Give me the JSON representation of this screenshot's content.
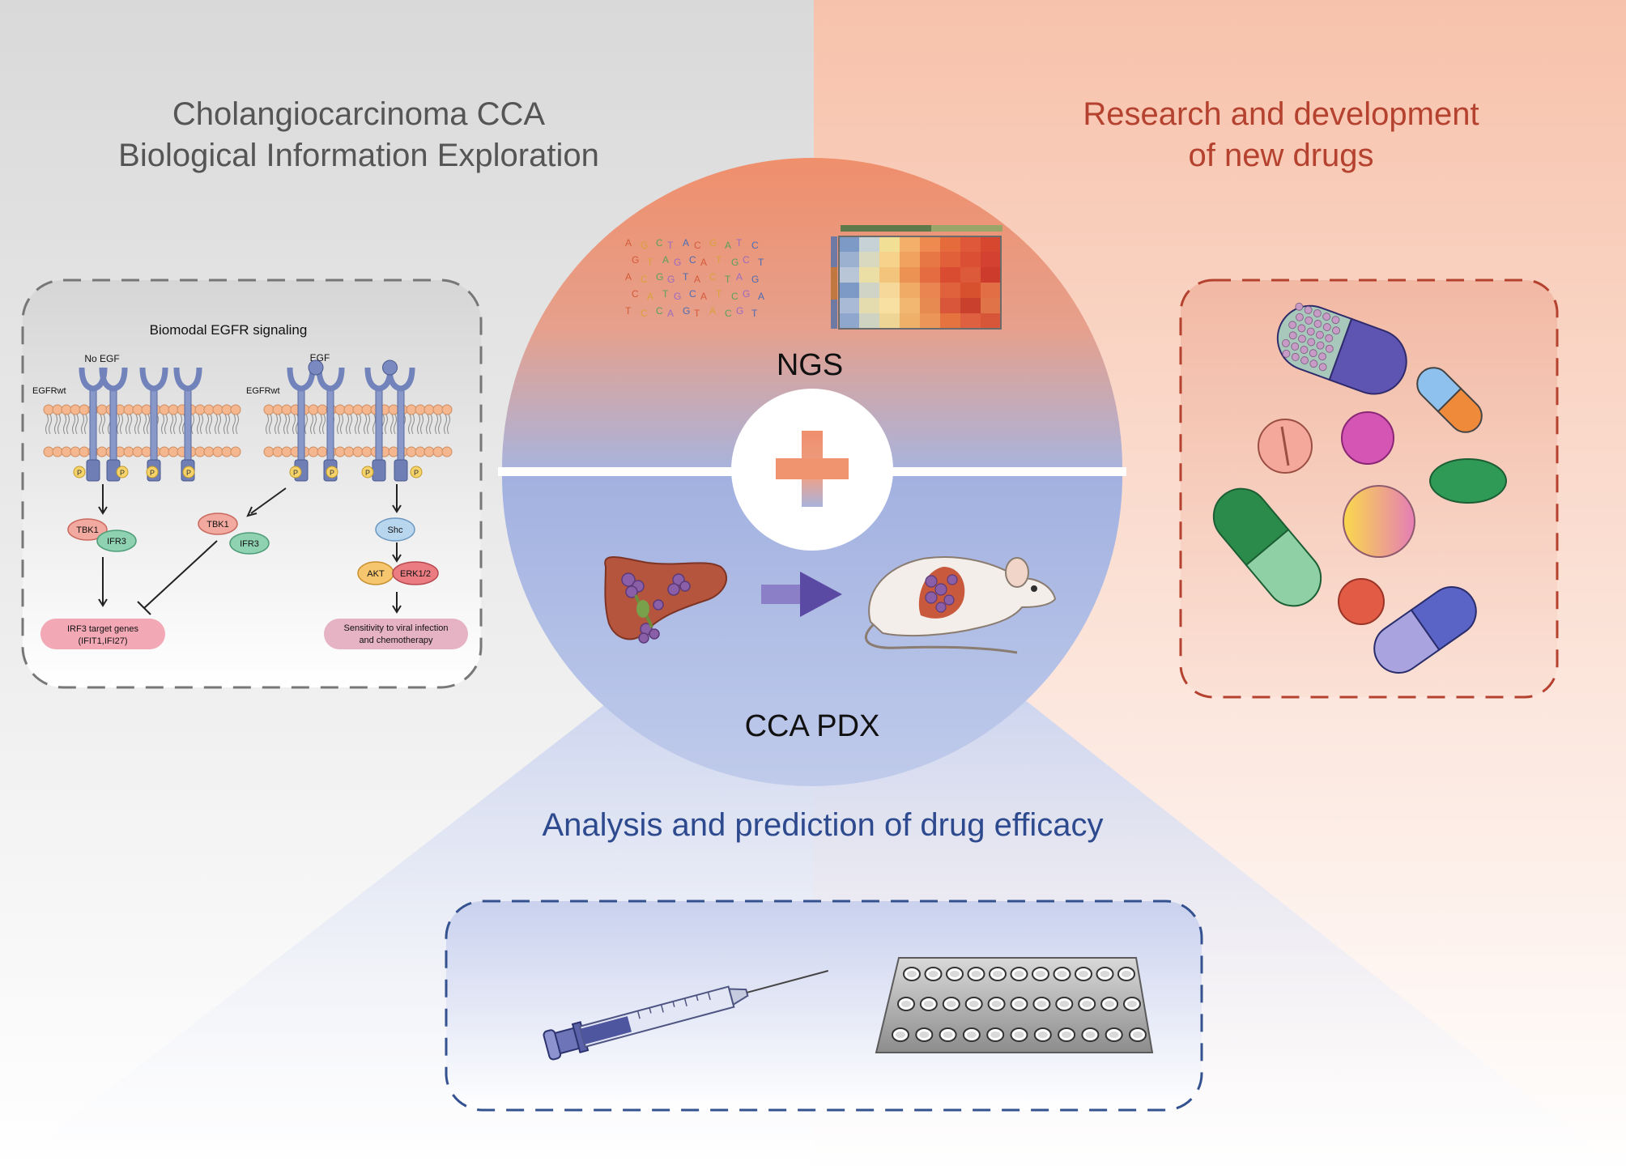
{
  "headers": {
    "left_line1": "Cholangiocarcinoma CCA",
    "left_line2": "Biological Information Exploration",
    "right_line1": "Research and development",
    "right_line2": "of new drugs",
    "bottom": "Analysis and prediction of drug efficacy"
  },
  "circle": {
    "top_label": "NGS",
    "bottom_label": "CCA PDX"
  },
  "signaling": {
    "title": "Biomodal EGFR signaling",
    "no_egf": "No EGF",
    "egf": "EGF",
    "egfr_left": "EGFRwt",
    "egfr_right": "EGFRwt",
    "phospho": "P",
    "tbk1_a": "TBK1",
    "ifr3_a": "IFR3",
    "tbk1_b": "TBK1",
    "ifr3_b": "IFR3",
    "shc": "Shc",
    "akt": "AKT",
    "erk": "ERK1/2",
    "target_line1": "IRF3 target genes",
    "target_line2": "(IFIT1,IFI27)",
    "sensitivity_line1": "Sensitivity to viral infection",
    "sensitivity_line2": "and chemotherapy"
  },
  "dna_letters": [
    "A",
    "G",
    "C",
    "T",
    "A",
    "C",
    "G",
    "A",
    "T",
    "C",
    "G",
    "T",
    "A",
    "G",
    "C",
    "A",
    "T",
    "G",
    "C",
    "T",
    "A",
    "C",
    "G",
    "G",
    "T",
    "A",
    "C",
    "T",
    "A",
    "G",
    "C",
    "A",
    "T",
    "G",
    "C",
    "A",
    "T",
    "C",
    "G",
    "A",
    "T",
    "C",
    "C",
    "A",
    "G",
    "T",
    "A",
    "C",
    "G",
    "T"
  ],
  "colors": {
    "left_bg_top": "#dcdcdc",
    "right_bg_top": "#f7c3ae",
    "ngs_orange": "#ef9472",
    "pdx_blue": "#a7b6df",
    "right_title": "#b5412f",
    "bottom_title": "#2e4a8f",
    "left_title": "#555555"
  }
}
